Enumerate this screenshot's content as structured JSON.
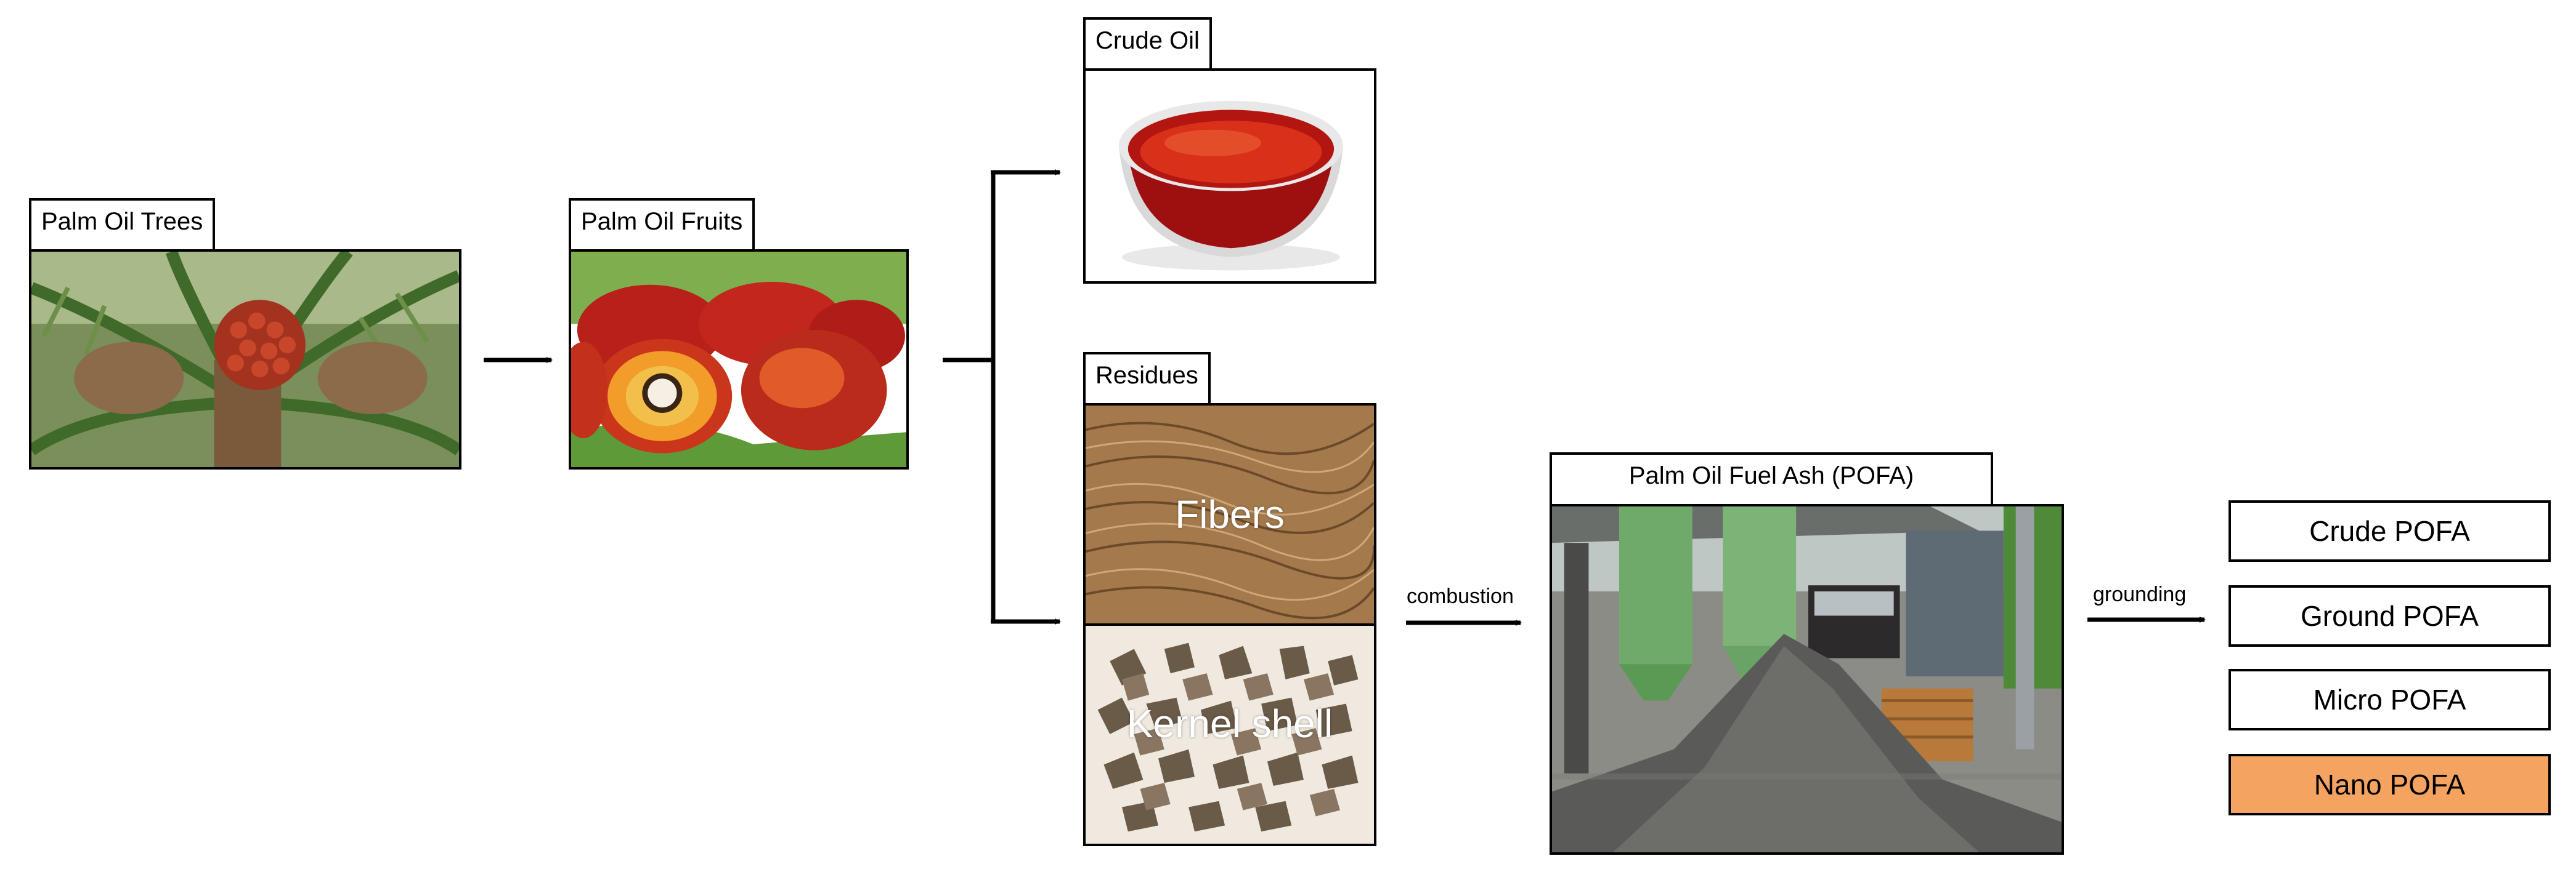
{
  "nodes": {
    "palm_oil_trees": "Palm Oil Trees",
    "palm_oil_fruits": "Palm Oil Fruits",
    "crude_oil": "Crude Oil",
    "residues": "Residues",
    "fibers": "Fibers",
    "kernel_shell": "Kernel shell",
    "pofa": "Palm Oil Fuel Ash (POFA)"
  },
  "edges": {
    "combustion": "combustion",
    "grounding": "grounding"
  },
  "pofa_types": [
    {
      "label": "Crude POFA"
    },
    {
      "label": "Ground POFA"
    },
    {
      "label": "Micro POFA"
    },
    {
      "label": "Nano POFA",
      "highlight": "#f4a460"
    }
  ],
  "colors": {
    "highlight": "#f4a460"
  }
}
